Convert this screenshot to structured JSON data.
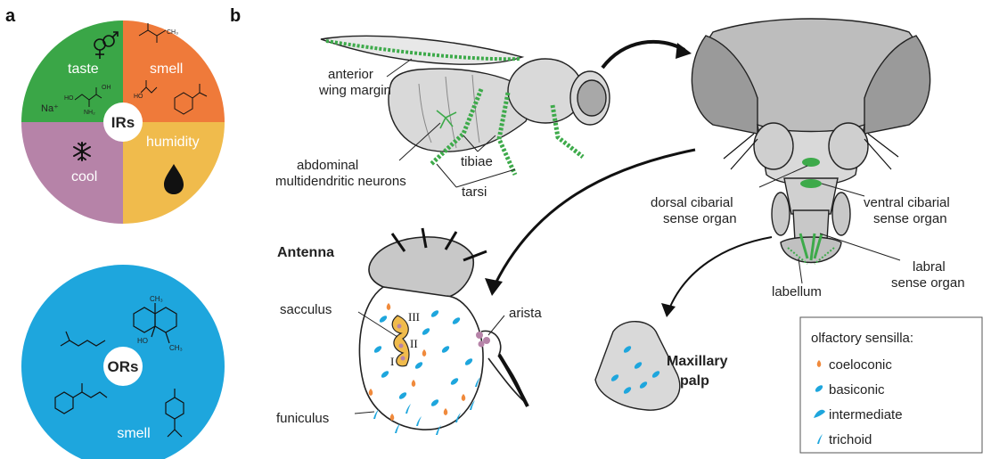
{
  "panels": {
    "a": "a",
    "b": "b"
  },
  "ir_wheel": {
    "center": "IRs",
    "quadrants": [
      {
        "label": "taste",
        "color": "#3aa647"
      },
      {
        "label": "smell",
        "color": "#ef7a3a"
      },
      {
        "label": "humidity",
        "color": "#f0bb4c"
      },
      {
        "label": "cool",
        "color": "#b683a8"
      }
    ],
    "chem_na": "Na⁺",
    "chem_ho": "HO",
    "chem_nh2": "NH₂",
    "chem_oh": "OH",
    "chem_ch3": "CH₃",
    "chem_ho2": "HO"
  },
  "or_wheel": {
    "center": "ORs",
    "label": "smell",
    "color": "#1ea6dd",
    "chem_ch3_top": "CH₃",
    "chem_ho": "HO",
    "chem_ch3_bot": "CH₃"
  },
  "fly_labels": {
    "wing": [
      "anterior",
      "wing margin"
    ],
    "abdomen": [
      "abdominal",
      "multidendritic neurons"
    ],
    "tibiae": "tibiae",
    "tarsi": "tarsi"
  },
  "head_labels": {
    "dorsal": [
      "dorsal cibarial",
      "sense organ"
    ],
    "ventral": [
      "ventral cibarial",
      "sense organ"
    ],
    "labral": [
      "labral",
      "sense organ"
    ],
    "labellum": "labellum"
  },
  "antenna": {
    "title": "Antenna",
    "sacculus": "sacculus",
    "arista": "arista",
    "funiculus": "funiculus",
    "chambers": [
      "III",
      "II",
      "I"
    ]
  },
  "palp": {
    "title": [
      "Maxillary",
      "palp"
    ]
  },
  "legend": {
    "title": "olfactory sensilla:",
    "items": [
      {
        "label": "coeloconic",
        "color": "#f08a3c"
      },
      {
        "label": "basiconic",
        "color": "#1ea6dd"
      },
      {
        "label": "intermediate",
        "color": "#1ea6dd"
      },
      {
        "label": "trichoid",
        "color": "#1ea6dd"
      }
    ]
  },
  "colors": {
    "neuron_green": "#3daa4a",
    "fly_gray": "#d9d9d9",
    "outline": "#222222"
  }
}
